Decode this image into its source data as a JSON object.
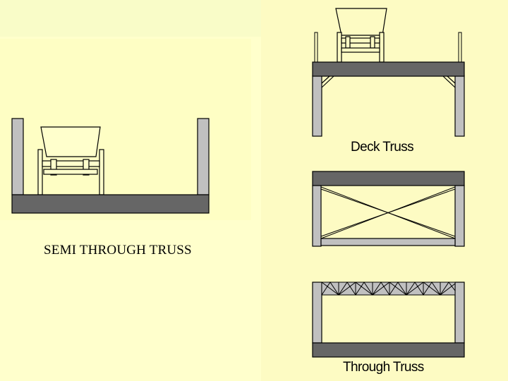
{
  "colors": {
    "background": "#ffffcc",
    "deck": "#666666",
    "post": "#c0c0c0",
    "outline": "#000000"
  },
  "captions": {
    "semi_through": "SEMI THROUGH TRUSS",
    "deck": "Deck Truss",
    "through": "Through Truss"
  }
}
